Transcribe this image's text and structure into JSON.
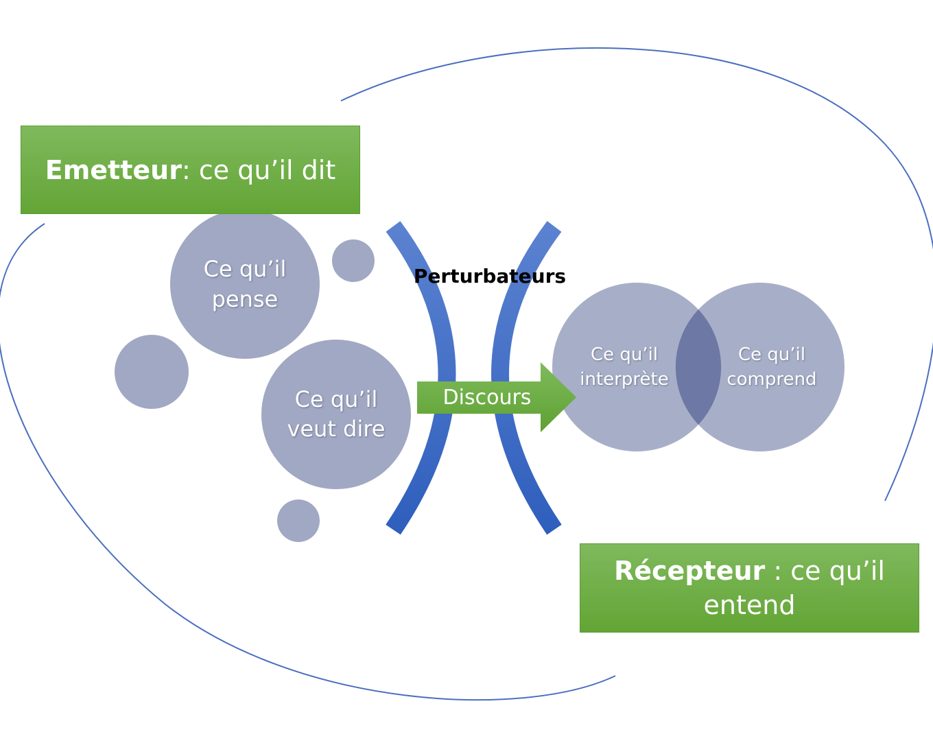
{
  "emitter": {
    "label_bold": "Emetteur",
    "label_rest": ": ce qu’il dit"
  },
  "receiver": {
    "label_bold": "Récepteur",
    "label_rest": " : ce qu’il entend"
  },
  "bubbles": {
    "pense": "Ce qu’il pense",
    "veut_dire": "Ce qu’il veut dire",
    "interprete": "Ce qu’il interprète",
    "comprend": "Ce qu’il comprend"
  },
  "perturbateurs": "Perturbateurs",
  "discours": "Discours",
  "colors": {
    "green_top": "#7fb95d",
    "green_bottom": "#63a535",
    "bubble": "#a0a8c3",
    "overlap": "#6e78a4",
    "arc_blue": "#3f6cc3",
    "outline": "#4a6fc0"
  }
}
